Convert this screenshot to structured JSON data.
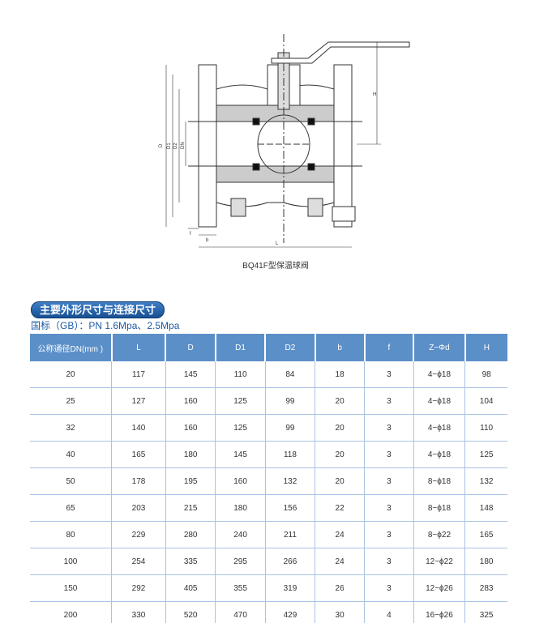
{
  "drawing": {
    "caption": "BQ41F型保温球阀",
    "dimension_labels": [
      "D",
      "D1",
      "D2",
      "DN",
      "H",
      "L",
      "b",
      "f"
    ]
  },
  "section_title": "主要外形尺寸与连接尺寸",
  "standard": "国标（GB）：PN 1.6Mpa、2.5Mpa",
  "table": {
    "headers": [
      "公称通径DN(mm )",
      "L",
      "D",
      "D1",
      "D2",
      "b",
      "f",
      "Z−Φd",
      "H"
    ],
    "rows": [
      [
        "20",
        "117",
        "145",
        "110",
        "84",
        "18",
        "3",
        "4−ϕ18",
        "98"
      ],
      [
        "25",
        "127",
        "160",
        "125",
        "99",
        "20",
        "3",
        "4−ϕ18",
        "104"
      ],
      [
        "32",
        "140",
        "160",
        "125",
        "99",
        "20",
        "3",
        "4−ϕ18",
        "110"
      ],
      [
        "40",
        "165",
        "180",
        "145",
        "118",
        "20",
        "3",
        "4−ϕ18",
        "125"
      ],
      [
        "50",
        "178",
        "195",
        "160",
        "132",
        "20",
        "3",
        "8−ϕ18",
        "132"
      ],
      [
        "65",
        "203",
        "215",
        "180",
        "156",
        "22",
        "3",
        "8−ϕ18",
        "148"
      ],
      [
        "80",
        "229",
        "280",
        "240",
        "211",
        "24",
        "3",
        "8−ϕ22",
        "165"
      ],
      [
        "100",
        "254",
        "335",
        "295",
        "266",
        "24",
        "3",
        "12−ϕ22",
        "180"
      ],
      [
        "150",
        "292",
        "405",
        "355",
        "319",
        "26",
        "3",
        "12−ϕ26",
        "283"
      ],
      [
        "200",
        "330",
        "520",
        "470",
        "429",
        "30",
        "4",
        "16−ϕ26",
        "325"
      ]
    ]
  }
}
